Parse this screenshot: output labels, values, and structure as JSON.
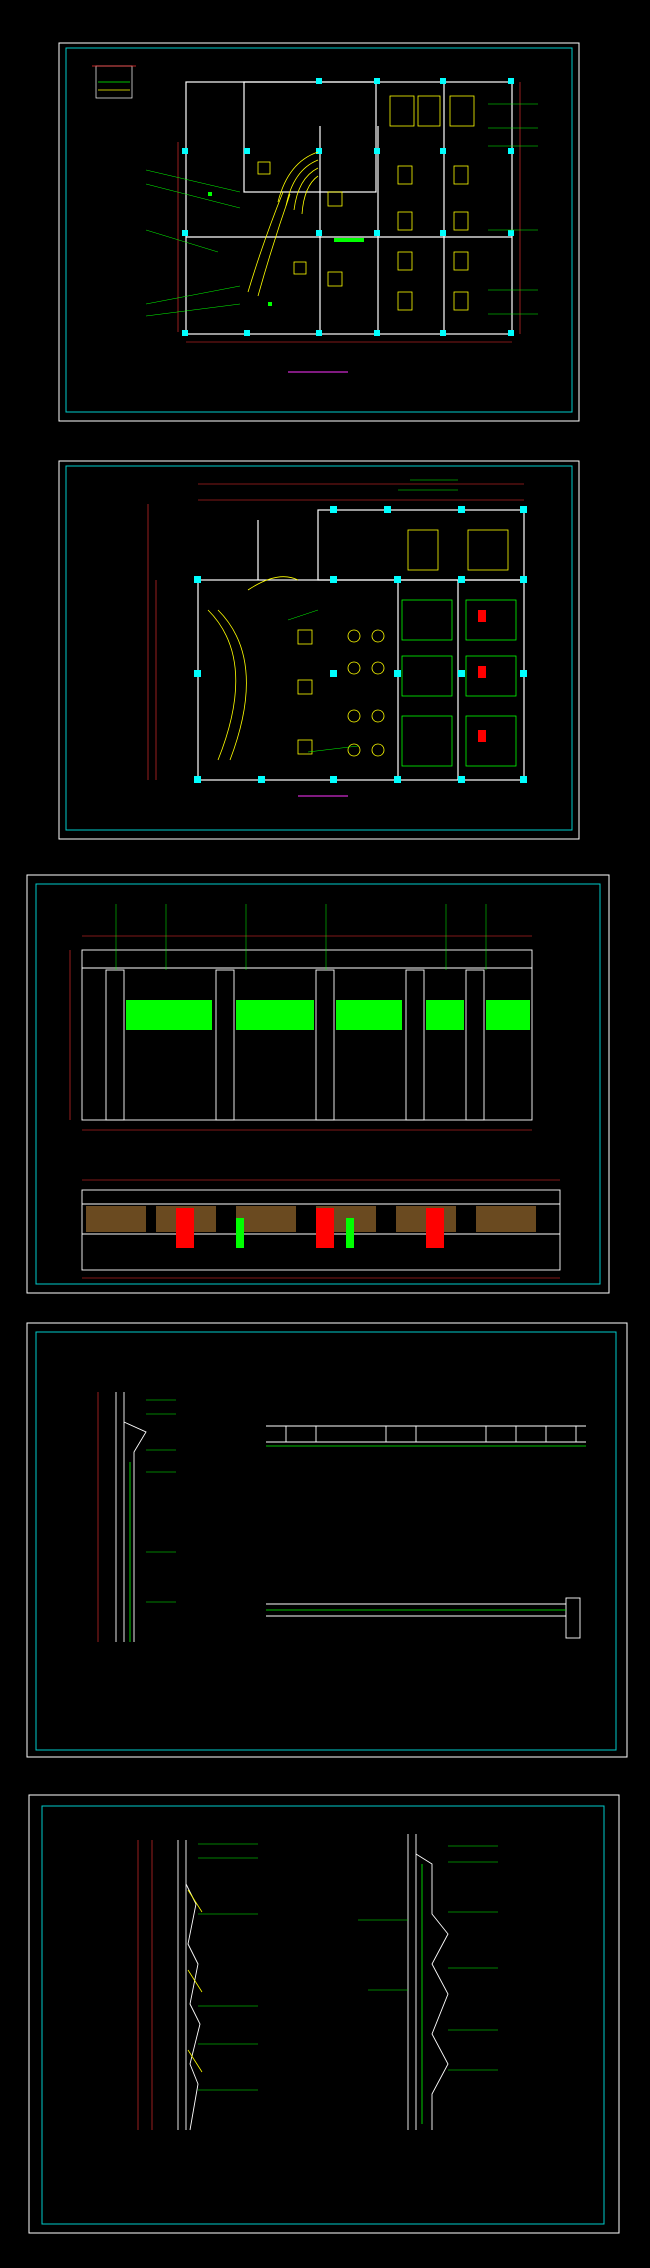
{
  "document": {
    "sheets": [
      {
        "id": "sheet-1",
        "labels": {
          "title": "",
          "note": ""
        }
      },
      {
        "id": "sheet-2",
        "labels": {
          "title": ""
        }
      },
      {
        "id": "sheet-3",
        "labels": {
          "upper": "",
          "lower": ""
        }
      },
      {
        "id": "sheet-4",
        "labels": {
          "left": "",
          "topright": "",
          "bottomright": ""
        }
      },
      {
        "id": "sheet-5",
        "labels": {
          "left": "",
          "right": ""
        }
      }
    ]
  },
  "colors": {
    "background": "#000000",
    "frame_outer": "#ffffff",
    "frame_inner": "#00cccc",
    "wall": "#ffffff",
    "column": "#00ffff",
    "furniture": "#ffff00",
    "plants": "#00ff00",
    "dimension": "#ff3333",
    "annotation": "#ff33ff",
    "accent_red": "#ff0000"
  }
}
